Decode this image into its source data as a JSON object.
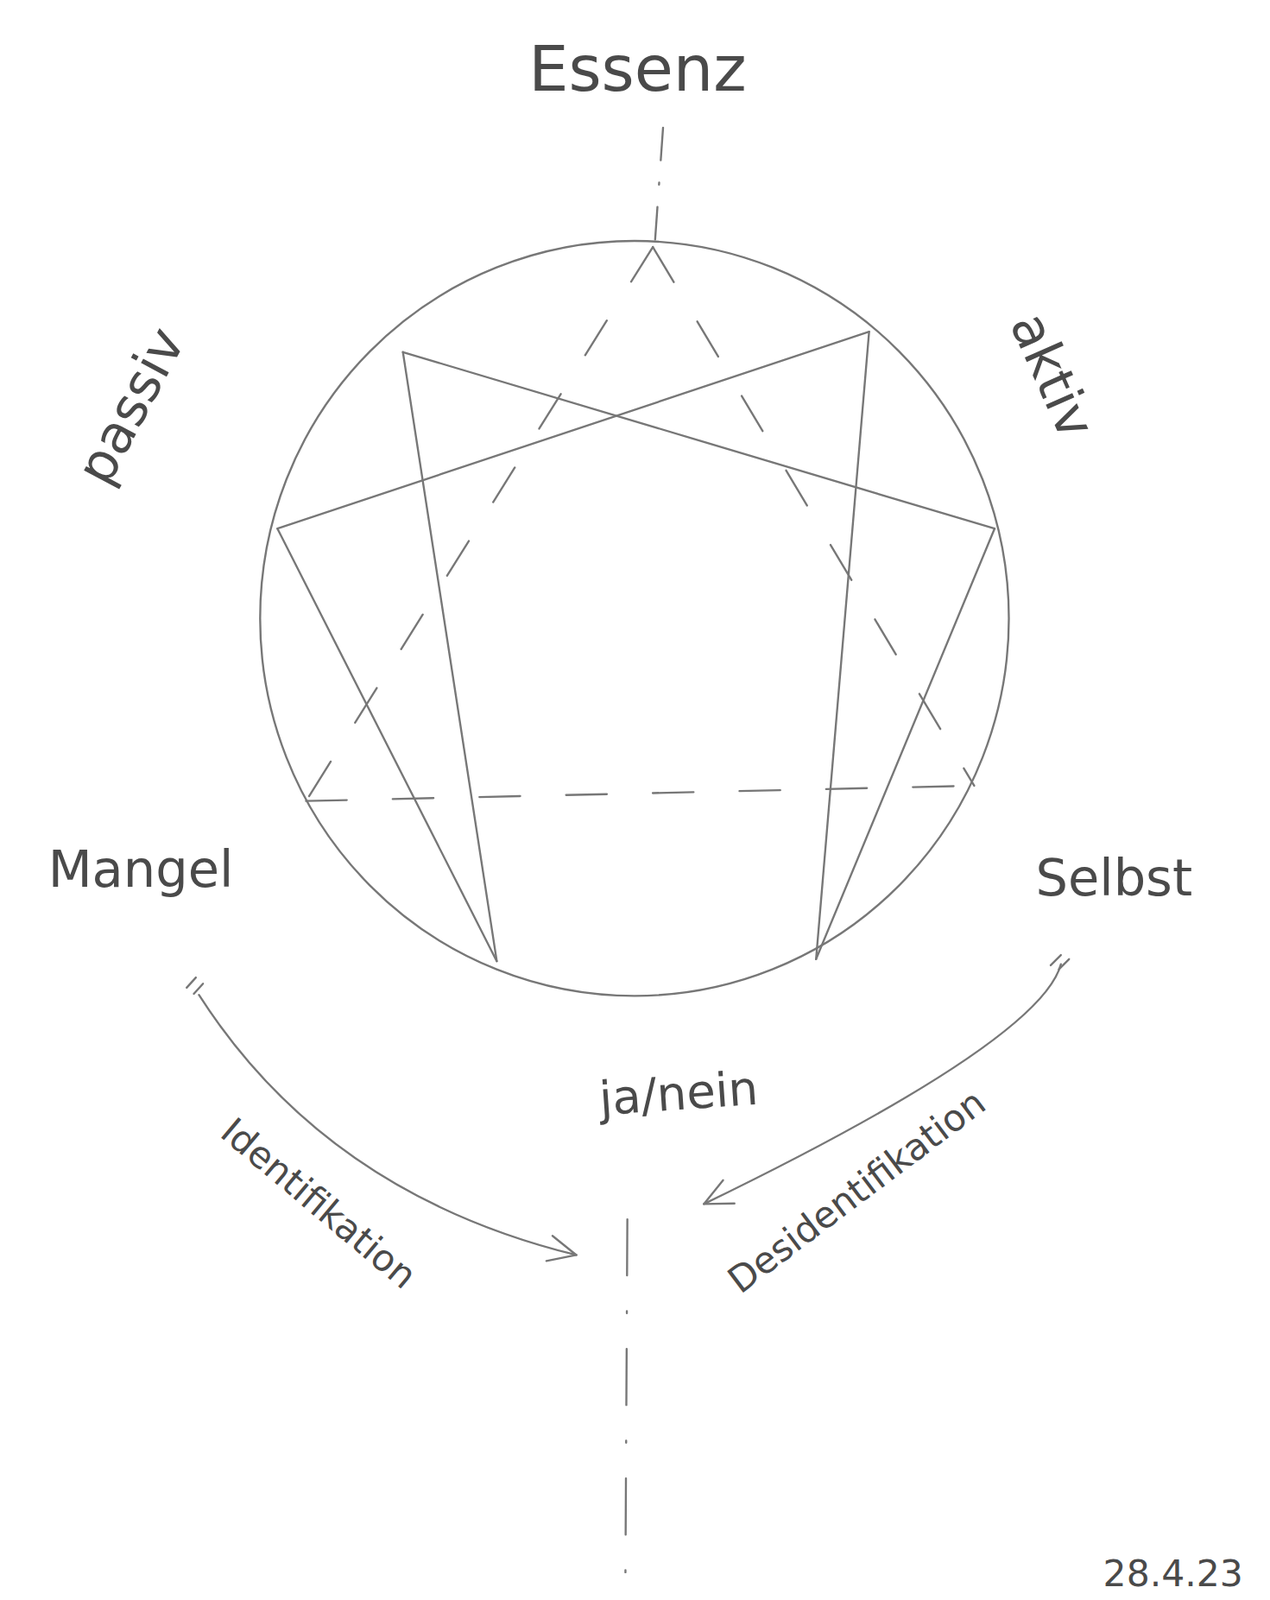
{
  "diagram": {
    "labels": [
      "Essenz",
      "passiv",
      "aktiv",
      "Mangel",
      "Selbst",
      "ja/nein",
      "Identifikation",
      "Desidentifikation",
      "28.4.23"
    ]
  }
}
